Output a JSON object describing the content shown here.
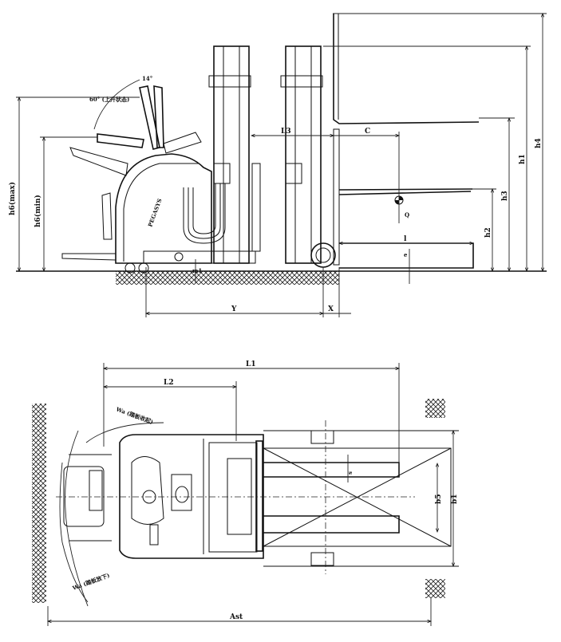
{
  "side_view": {
    "angle_small": "14°",
    "angle_large": "60° (上升状态)",
    "h6_max": "h6(max)",
    "h6_min": "h6(min)",
    "m1": "m1",
    "Y": "Y",
    "X": "X",
    "L3": "L3",
    "C": "C",
    "Q": "Q",
    "l": "l",
    "e": "e",
    "h1": "h1",
    "h2": "h2",
    "h3": "h3",
    "h4": "h4",
    "brand": "PEGASYS"
  },
  "top_view": {
    "L1": "L1",
    "L2": "L2",
    "wa_up": "Wa (踏板收起)",
    "wa_down": "Wa (踏板放下)",
    "s": "s",
    "b5": "b5",
    "b1": "b1",
    "Ast": "Ast"
  }
}
